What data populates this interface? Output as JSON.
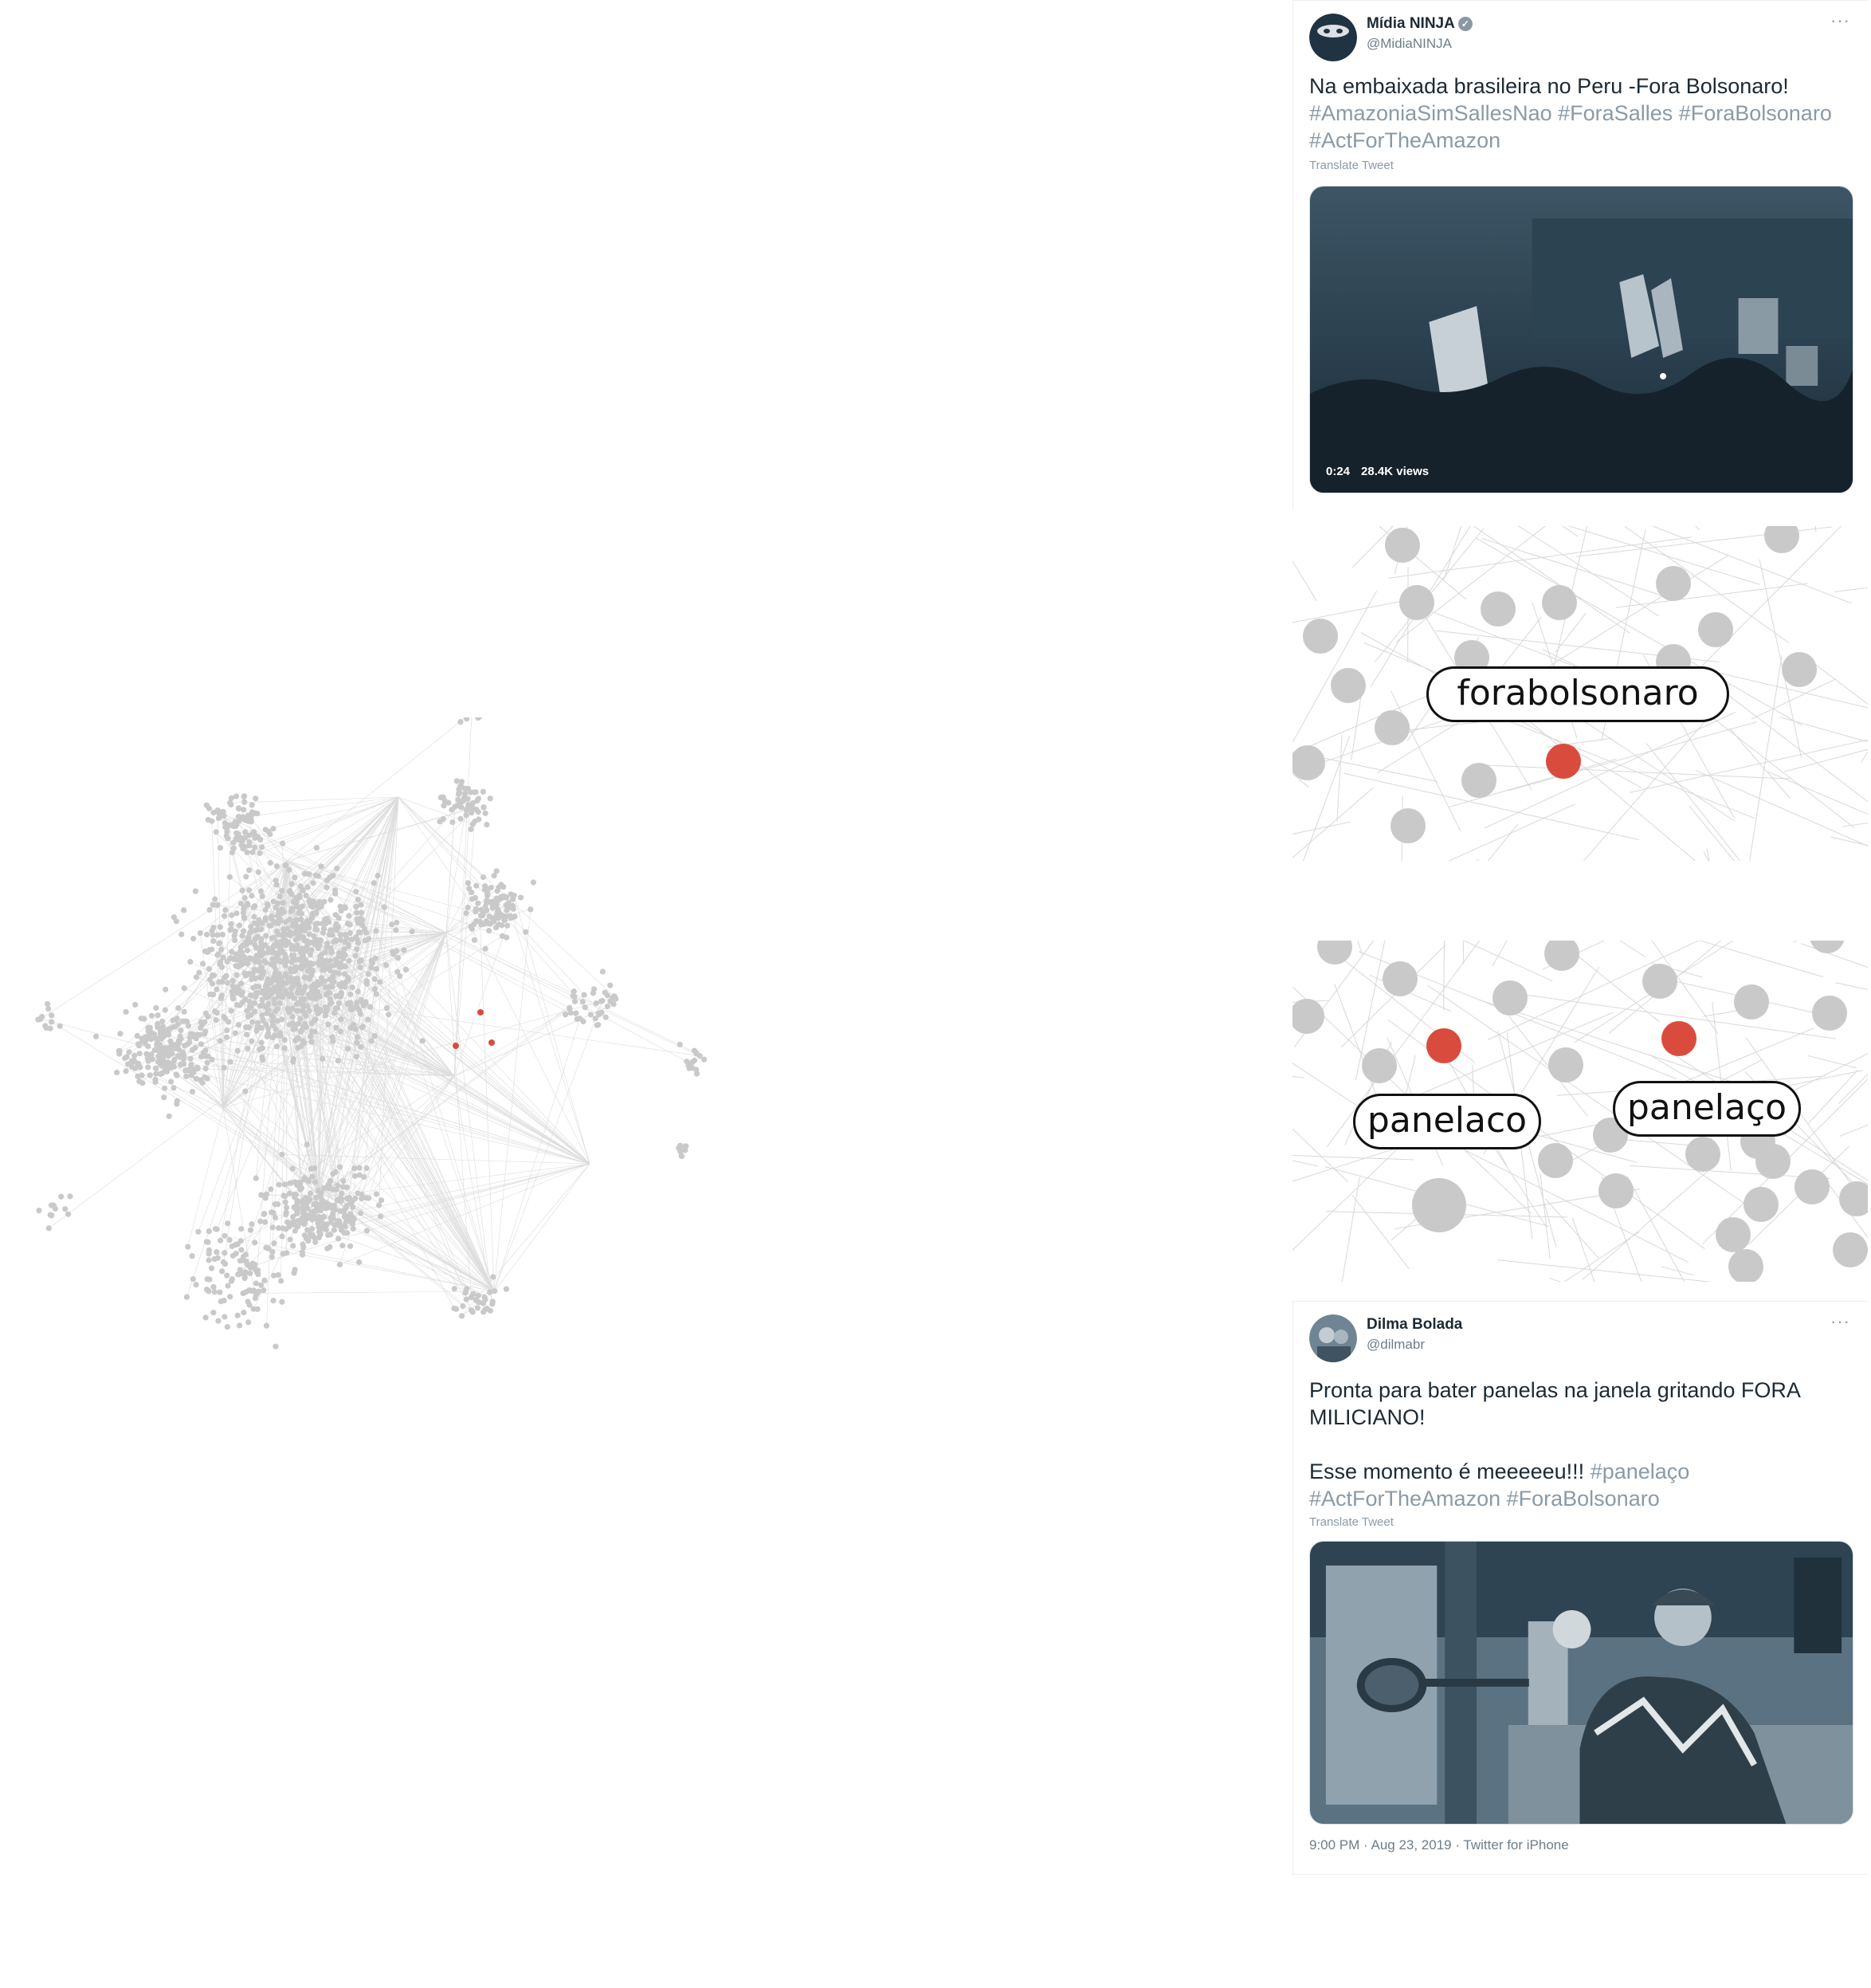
{
  "tweet1": {
    "name": "Mídia NINJA",
    "handle": "@MidiaNINJA",
    "text_main": "Na embaixada brasileira no Peru -Fora Bolsonaro!",
    "hashtags_line1": "#AmazoniaSimSallesNao #ForaSalles #ForaBolsonaro",
    "hashtags_line2": "#ActForTheAmazon",
    "translate": "Translate Tweet",
    "video_duration": "0:24",
    "video_views": "28.4K views",
    "more": "···"
  },
  "zoom1": {
    "label": "forabolsonaro"
  },
  "zoom2": {
    "label_left": "panelaco",
    "label_right": "panelaço"
  },
  "tweet2": {
    "name": "Dilma Bolada",
    "handle": "@dilmabr",
    "text_line1": "Pronta para bater panelas na janela gritando FORA",
    "text_line2": "MILICIANO!",
    "text_line3": "Esse momento é meeeeeu!!!",
    "hashtag_inline": "#panelaço",
    "hashtags_line": "#ActForTheAmazon #ForaBolsonaro",
    "translate": "Translate Tweet",
    "footer": "9:00 PM · Aug 23, 2019 · Twitter for iPhone",
    "more": "···"
  },
  "colors": {
    "node": "#c9c9c9",
    "highlight": "#d94c3d",
    "edge": "#dcdcdc"
  }
}
